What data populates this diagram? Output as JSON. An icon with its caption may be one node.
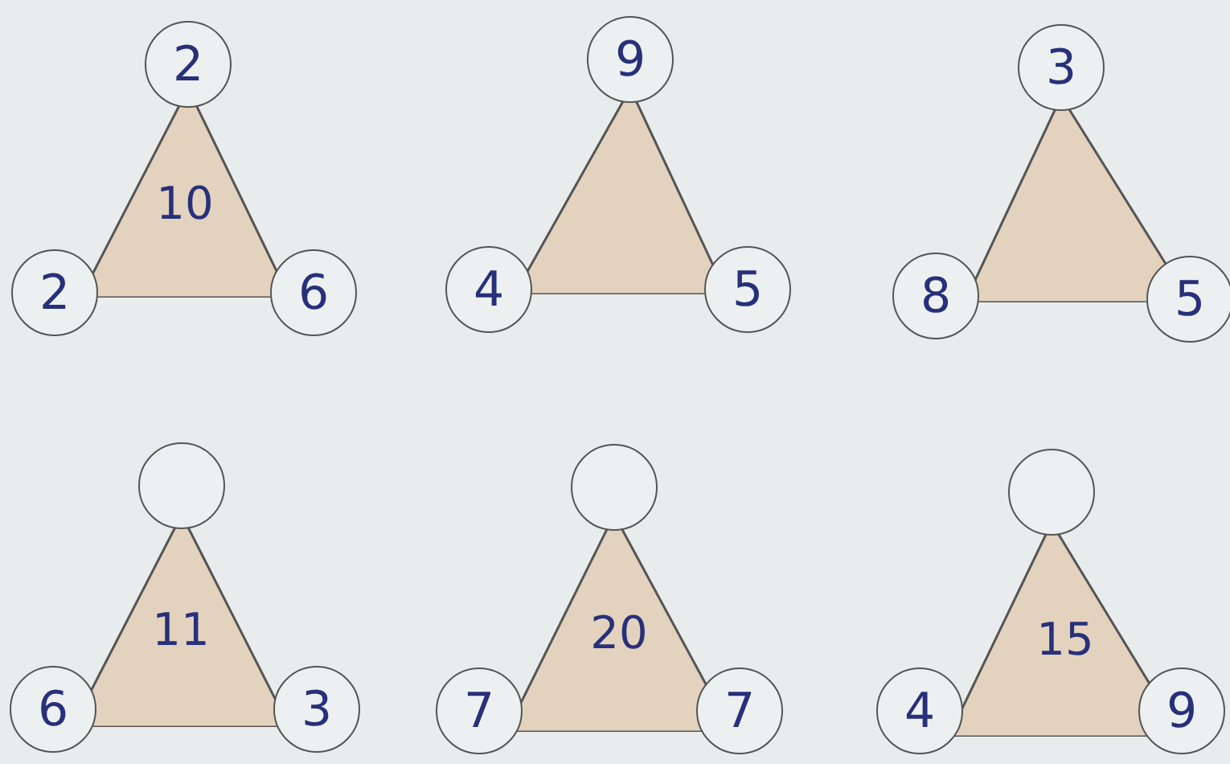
{
  "diagram": {
    "nodes": [
      {
        "text": [
          "2"
        ]
      },
      {
        "text": [
          "10"
        ]
      },
      {
        "text": [
          "2"
        ]
      },
      {
        "text": [
          "6"
        ]
      },
      {
        "text": [
          "9"
        ]
      },
      {
        "text": [],
        "shape": "triangle"
      },
      {
        "text": [
          "4"
        ]
      },
      {
        "text": [
          "5"
        ]
      },
      {
        "text": [
          "3"
        ]
      },
      {
        "text": [],
        "shape": "triangle"
      },
      {
        "text": [
          "8"
        ]
      },
      {
        "text": [
          "5"
        ]
      },
      {
        "text": [],
        "shape": "circle"
      },
      {
        "text": [
          "11"
        ]
      },
      {
        "text": [
          "6"
        ]
      },
      {
        "text": [
          "3"
        ]
      },
      {
        "text": [],
        "shape": "circle"
      },
      {
        "text": [
          "20"
        ]
      },
      {
        "text": [
          "7"
        ]
      },
      {
        "text": [
          "7"
        ]
      },
      {
        "text": [],
        "shape": "circle"
      },
      {
        "text": [
          "15"
        ]
      },
      {
        "text": [
          "4"
        ]
      },
      {
        "text": [
          "9"
        ]
      }
    ]
  }
}
